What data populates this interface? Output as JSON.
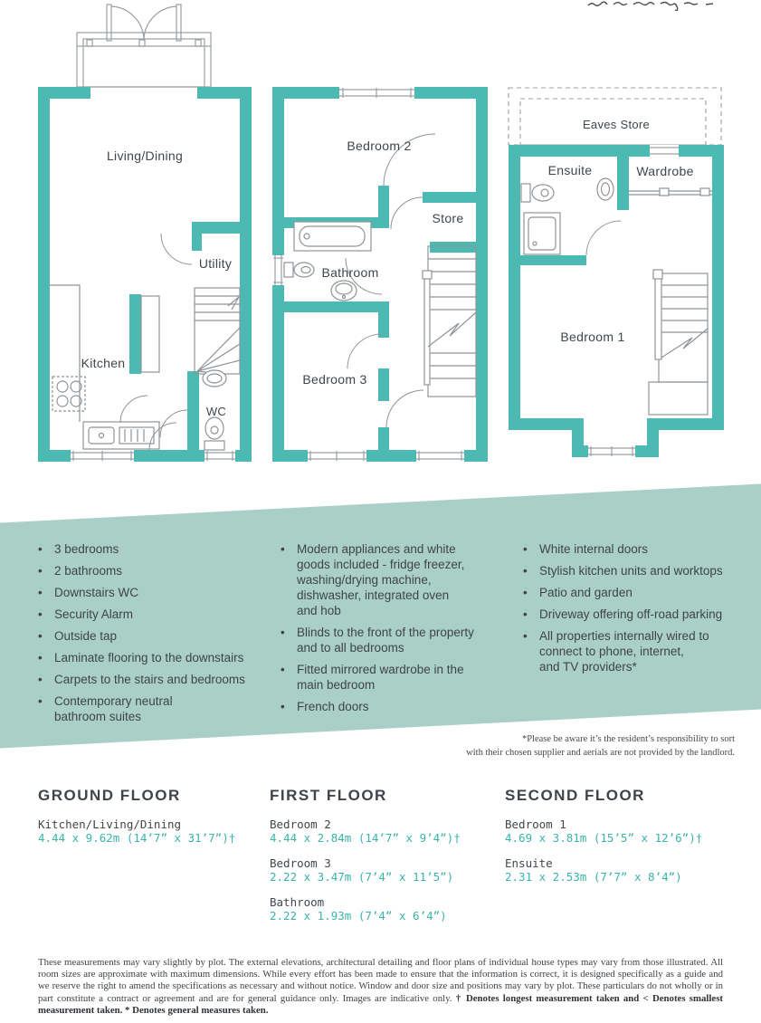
{
  "plans": {
    "ground": {
      "labels": {
        "living": "Living/Dining",
        "utility": "Utility",
        "kitchen": "Kitchen",
        "wc": "WC"
      }
    },
    "first": {
      "labels": {
        "bed2": "Bedroom 2",
        "store": "Store",
        "bathroom": "Bathroom",
        "bed3": "Bedroom 3"
      }
    },
    "second": {
      "labels": {
        "eaves": "Eaves Store",
        "ensuite": "Ensuite",
        "wardrobe": "Wardrobe",
        "bed1": "Bedroom 1"
      }
    }
  },
  "features": {
    "col1": [
      "3 bedrooms",
      "2 bathrooms",
      "Downstairs WC",
      "Security Alarm",
      "Outside tap",
      "Laminate flooring to the downstairs",
      "Carpets to the stairs and bedrooms",
      "Contemporary neutral\nbathroom suites"
    ],
    "col2": [
      "Modern appliances and white\ngoods included - fridge freezer,\nwashing/drying machine,\ndishwasher, integrated oven\nand hob",
      "Blinds to the front of the property\nand to all bedrooms",
      "Fitted mirrored wardrobe in the\nmain bedroom",
      "French doors"
    ],
    "col3": [
      "White internal doors",
      "Stylish kitchen units and worktops",
      "Patio and garden",
      "Driveway offering off-road parking",
      "All properties internally wired to\nconnect to phone, internet,\nand TV providers*"
    ]
  },
  "footnote": "*Please be aware it’s the resident’s responsibility to sort\nwith their chosen supplier and aerials are not provided by the landlord.",
  "floors": [
    {
      "title": "GROUND FLOOR",
      "rooms": [
        {
          "name": "Kitchen/Living/Dining",
          "dims": "4.44 x 9.62m (14’7” x 31’7”)†"
        }
      ]
    },
    {
      "title": "FIRST FLOOR",
      "rooms": [
        {
          "name": "Bedroom 2",
          "dims": "4.44 x 2.84m (14’7” x 9’4”)†"
        },
        {
          "name": "Bedroom 3",
          "dims": "2.22 x 3.47m (7’4” x 11’5”)"
        },
        {
          "name": "Bathroom",
          "dims": "2.22 x 1.93m (7’4” x 6’4”)"
        }
      ]
    },
    {
      "title": "SECOND FLOOR",
      "rooms": [
        {
          "name": "Bedroom 1",
          "dims": "4.69 x 3.81m (15’5” x 12’6”)†"
        },
        {
          "name": "Ensuite",
          "dims": "2.31 x 2.53m (7’7” x 8’4”)"
        }
      ]
    }
  ],
  "disclaimer": {
    "main": "These measurements may vary slightly by plot. The external elevations, architectural detailing and floor plans of individual house types may vary from those illustrated. All room sizes are approximate with maximum dimensions. While every effort has been made to ensure that the information is correct, it is designed specifically as a guide and we reserve the right to amend the specifications as necessary and without notice. Window and door size and positions may vary by plot. These particulars do not wholly or in part constitute a contract or agreement and are for general guidance only. Images are indicative only. ",
    "bold": "† Denotes longest measurement taken and < Denotes smallest measurement taken. * Denotes general measures taken."
  },
  "colors": {
    "wall_teal": "#4cbab2",
    "panel_teal": "#aacfc7",
    "dims_teal": "#3bb3ab",
    "text_dark": "#3e4449"
  }
}
